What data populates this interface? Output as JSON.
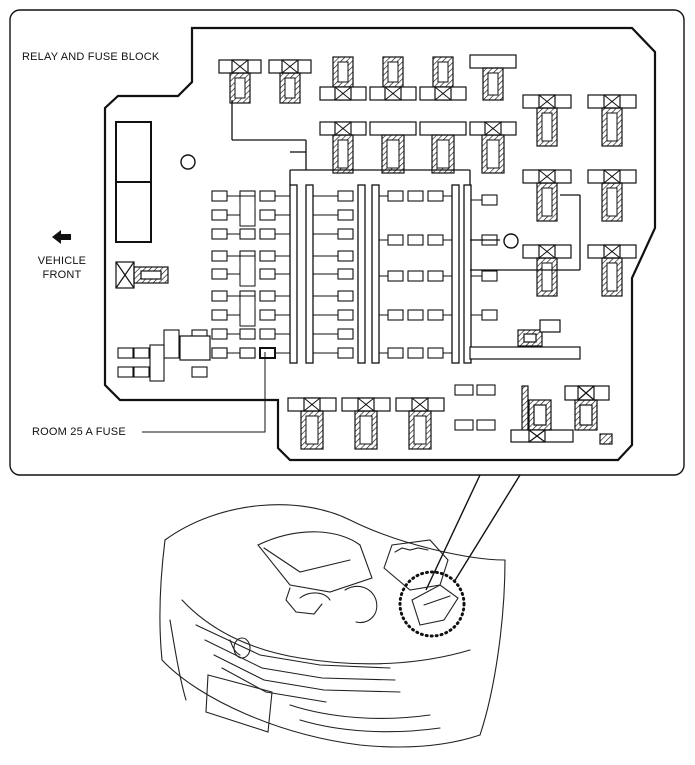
{
  "labels": {
    "block_title": "RELAY AND FUSE BLOCK",
    "direction_line1": "VEHICLE",
    "direction_line2": "FRONT",
    "callout": "ROOM 25 A FUSE"
  },
  "icons": {
    "direction": "left-arrow-icon",
    "zoom_marker": "dotted-circle-icon"
  },
  "colors": {
    "line": "#111111",
    "hatch": "#111111",
    "background": "#ffffff"
  }
}
